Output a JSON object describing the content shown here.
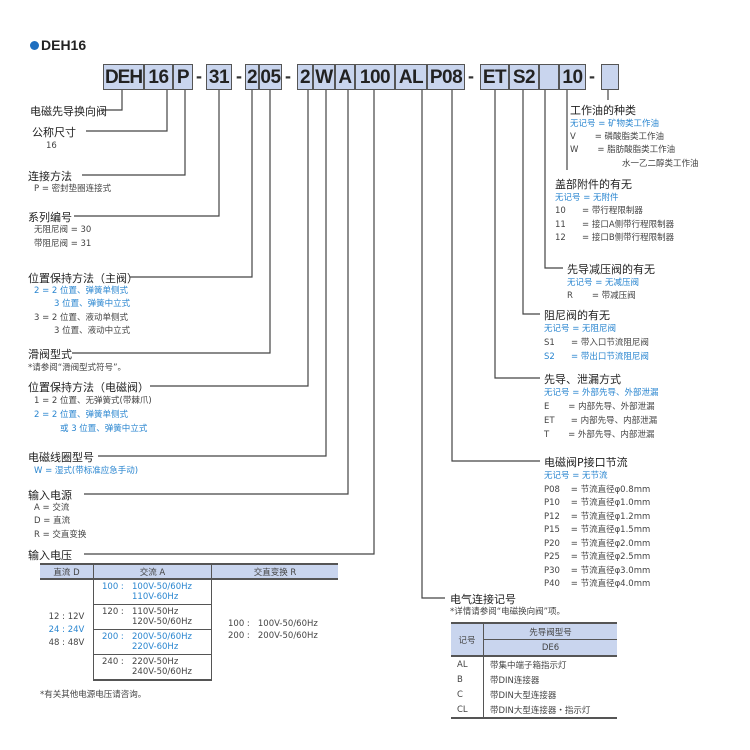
{
  "title": "DEH16",
  "code": [
    "DEH",
    "16",
    "P",
    "-",
    "31",
    "-",
    "2",
    "05",
    "-",
    "2",
    "W",
    "A",
    "100",
    "AL",
    "P08",
    "-",
    "ET",
    "S2",
    "",
    "10",
    "-",
    ""
  ],
  "left": {
    "valve": "电磁先导换向阀",
    "size": {
      "title": "公称尺寸",
      "items": [
        "16"
      ]
    },
    "conn": {
      "title": "连接方法",
      "items": [
        "P = 密封垫圈连接式"
      ]
    },
    "series": {
      "title": "系列编号",
      "items": [
        "无阻尼阀 = 30",
        "带阻尼阀 = 31"
      ]
    },
    "main_pos": {
      "title": "位置保持方法（主阀）",
      "items": [
        "2 = 2 位置、弹簧单侧式",
        "3 位置、弹簧中立式",
        "3 = 2 位置、液动单侧式",
        "3 位置、液动中立式"
      ]
    },
    "spool": {
      "title": "滑阀型式",
      "note": "*请参阅“滑阀型式符号”。"
    },
    "sol_pos": {
      "title": "位置保持方法（电磁阀）",
      "items": [
        "1 = 2 位置、无弹簧式(带棘爪)",
        "2 = 2 位置、弹簧单侧式",
        "或 3 位置、弹簧中立式"
      ]
    },
    "coil": {
      "title": "电磁线圈型号",
      "items": [
        "W = 湿式(带标准应急手动)"
      ]
    },
    "power": {
      "title": "输入电源",
      "items": [
        "A = 交流",
        "D = 直流",
        "R = 交直变换"
      ]
    },
    "voltage": {
      "title": "输入电压",
      "headers": [
        "直流 D",
        "交流 A",
        "交直变换 R"
      ],
      "dc": [
        "12 : 12V",
        "24 : 24V",
        "48 : 48V"
      ],
      "ac": [
        {
          "code": "100 :",
          "v": [
            "100V-50/60Hz",
            "110V-60Hz"
          ]
        },
        {
          "code": "120 :",
          "v": [
            "110V-50Hz",
            "120V-50/60Hz"
          ]
        },
        {
          "code": "200 :",
          "v": [
            "200V-50/60Hz",
            "220V-60Hz"
          ]
        },
        {
          "code": "240 :",
          "v": [
            "220V-50Hz",
            "240V-50/60Hz"
          ]
        }
      ],
      "r": [
        "100 :   100V-50/60Hz",
        "200 :   200V-50/60Hz"
      ],
      "note": "*有关其他电源电压请咨询。"
    }
  },
  "right": {
    "oil": {
      "title": "工作油的种类",
      "items": [
        "无记号 = 矿物类工作油",
        "V       = 磷酸脂类工作油",
        "W       = 脂肪酸脂类工作油",
        "水一乙二醇类工作油"
      ]
    },
    "cover": {
      "title": "盖部附件的有无",
      "items": [
        "无记号 = 无附件",
        "10      = 带行程限制器",
        "11      = 接口A侧带行程限制器",
        "12      = 接口B侧带行程限制器"
      ]
    },
    "reducing": {
      "title": "先导减压阀的有无",
      "items": [
        "无记号 = 无减压阀",
        "R       = 带减压阀"
      ]
    },
    "damper": {
      "title": "阻尼阀的有无",
      "items": [
        "无记号 = 无阻尼阀",
        "S1      = 带入口节流阻尼阀",
        "S2      = 带出口节流阻尼阀"
      ]
    },
    "pilot": {
      "title": "先导、泄漏方式",
      "items": [
        "无记号 = 外部先导、外部泄漏",
        "E       = 内部先导、外部泄漏",
        "ET      = 内部先导、内部泄漏",
        "T       = 外部先导、内部泄漏"
      ]
    },
    "pport": {
      "title": "电磁阀P接口节流",
      "items": [
        "无记号 = 无节流",
        "P08    = 节流直径φ0.8mm",
        "P10    = 节流直径φ1.0mm",
        "P12    = 节流直径φ1.2mm",
        "P15    = 节流直径φ1.5mm",
        "P20    = 节流直径φ2.0mm",
        "P25    = 节流直径φ2.5mm",
        "P30    = 节流直径φ3.0mm",
        "P40    = 节流直径φ4.0mm"
      ]
    },
    "elec": {
      "title": "电气连接记号",
      "note": "*详情请参阅“电磁换向阀”项。",
      "h1": "记号",
      "h2": "先导阀型号",
      "h3": "DE6",
      "rows": [
        [
          "AL",
          "带集中端子箱指示灯"
        ],
        [
          "B",
          "带DIN连接器"
        ],
        [
          "C",
          "带DIN大型连接器"
        ],
        [
          "CL",
          "带DIN大型连接器・指示灯"
        ]
      ]
    }
  },
  "colors": {
    "blue": "#2a86d0",
    "box": "#c9d5ee"
  }
}
